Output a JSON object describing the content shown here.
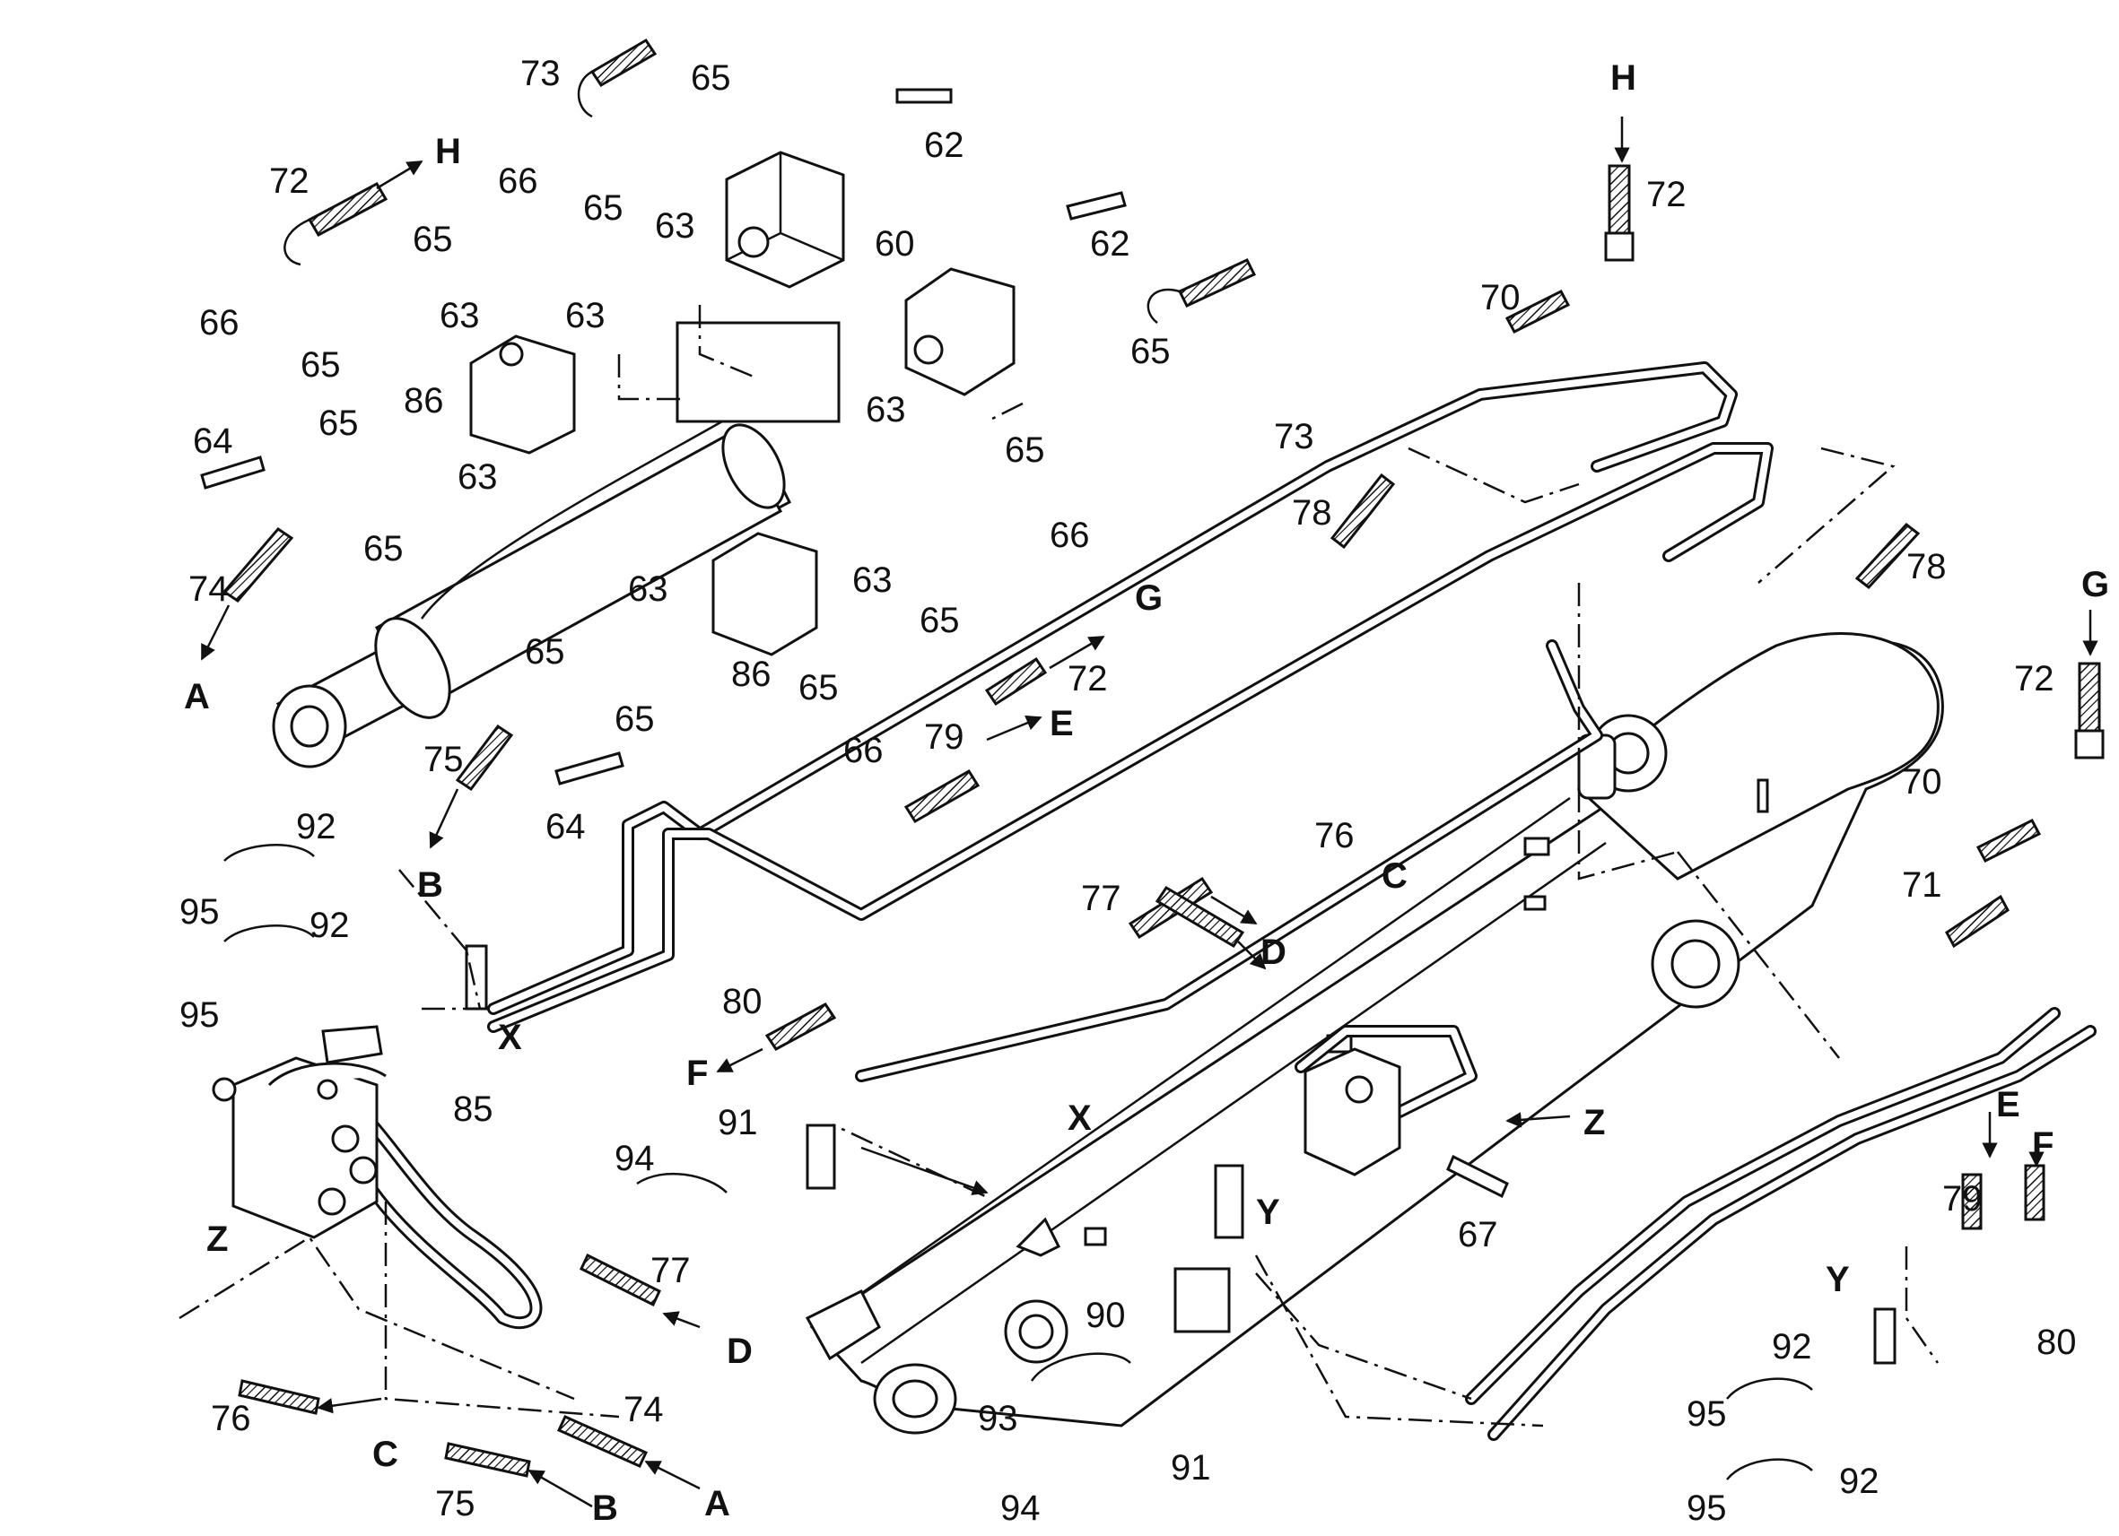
{
  "part_numbers": [
    "60",
    "62",
    "63",
    "64",
    "65",
    "66",
    "67",
    "70",
    "71",
    "72",
    "73",
    "74",
    "75",
    "76",
    "77",
    "78",
    "79",
    "80",
    "85",
    "86",
    "90",
    "91",
    "92",
    "93",
    "94",
    "95"
  ],
  "view_letters": [
    "X",
    "Y",
    "Z"
  ],
  "connection_letters": [
    "A",
    "B",
    "C",
    "D",
    "E",
    "F",
    "G",
    "H"
  ],
  "callouts": [
    {
      "text": "73"
    },
    {
      "text": "65"
    },
    {
      "text": "62"
    },
    {
      "text": "66"
    },
    {
      "text": "65"
    },
    {
      "text": "72"
    },
    {
      "text": "H"
    },
    {
      "text": "63"
    },
    {
      "text": "60"
    },
    {
      "text": "62"
    },
    {
      "text": "65"
    },
    {
      "text": "66"
    },
    {
      "text": "65"
    },
    {
      "text": "63"
    },
    {
      "text": "63"
    },
    {
      "text": "86"
    },
    {
      "text": "63"
    },
    {
      "text": "65"
    },
    {
      "text": "64"
    },
    {
      "text": "65"
    },
    {
      "text": "63"
    },
    {
      "text": "65"
    },
    {
      "text": "73"
    },
    {
      "text": "65"
    },
    {
      "text": "74"
    },
    {
      "text": "A"
    },
    {
      "text": "66"
    },
    {
      "text": "63"
    },
    {
      "text": "63"
    },
    {
      "text": "65"
    },
    {
      "text": "65"
    },
    {
      "text": "65"
    },
    {
      "text": "86"
    },
    {
      "text": "65"
    },
    {
      "text": "G"
    },
    {
      "text": "72"
    },
    {
      "text": "66"
    },
    {
      "text": "75"
    },
    {
      "text": "79"
    },
    {
      "text": "E"
    },
    {
      "text": "64"
    },
    {
      "text": "B"
    },
    {
      "text": "92"
    },
    {
      "text": "95"
    },
    {
      "text": "92"
    },
    {
      "text": "95"
    },
    {
      "text": "X"
    },
    {
      "text": "76"
    },
    {
      "text": "C"
    },
    {
      "text": "77"
    },
    {
      "text": "D"
    },
    {
      "text": "80"
    },
    {
      "text": "F"
    },
    {
      "text": "85"
    },
    {
      "text": "91"
    },
    {
      "text": "94"
    },
    {
      "text": "X"
    },
    {
      "text": "Z"
    },
    {
      "text": "Z"
    },
    {
      "text": "67"
    },
    {
      "text": "Y"
    },
    {
      "text": "77"
    },
    {
      "text": "D"
    },
    {
      "text": "90"
    },
    {
      "text": "93"
    },
    {
      "text": "91"
    },
    {
      "text": "94"
    },
    {
      "text": "76"
    },
    {
      "text": "C"
    },
    {
      "text": "75"
    },
    {
      "text": "B"
    },
    {
      "text": "74"
    },
    {
      "text": "A"
    },
    {
      "text": "H"
    },
    {
      "text": "72"
    },
    {
      "text": "70"
    },
    {
      "text": "78"
    },
    {
      "text": "78"
    },
    {
      "text": "G"
    },
    {
      "text": "72"
    },
    {
      "text": "70"
    },
    {
      "text": "71"
    },
    {
      "text": "E"
    },
    {
      "text": "79"
    },
    {
      "text": "F"
    },
    {
      "text": "Y"
    },
    {
      "text": "92"
    },
    {
      "text": "80"
    },
    {
      "text": "95"
    },
    {
      "text": "95"
    },
    {
      "text": "92"
    }
  ]
}
